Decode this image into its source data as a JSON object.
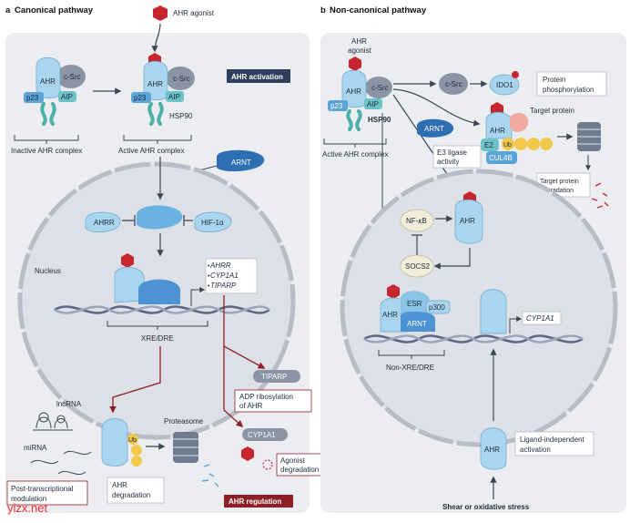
{
  "panel_a": {
    "letter": "a",
    "title": "Canonical pathway",
    "agonist": "AHR agonist",
    "proteins": {
      "ahr": "AHR",
      "csrc": "c-Src",
      "p23": "p23",
      "aip": "AIP",
      "hsp90": "HSP90",
      "arnt": "ARNT",
      "ahrr": "AHRR",
      "hif": "HIF-1α",
      "tiparp": "TIPARP",
      "cyp1a1": "CYP1A1",
      "ub": "Ub"
    },
    "inactive_complex": "Inactive AHR complex",
    "active_complex": "Active AHR complex",
    "activation_badge": "AHR activation",
    "nucleus": "Nucleus",
    "target_genes": [
      "AHRR",
      "CYP1A1",
      "TIPARP"
    ],
    "xre": "XRE/DRE",
    "adp_box": [
      "ADP ribosylation",
      "of AHR"
    ],
    "agonist_deg": [
      "Agonist",
      "degradation"
    ],
    "proteasome": "Proteasome",
    "ahr_deg": [
      "AHR",
      "degradation"
    ],
    "lncrna": "lncRNA",
    "mirna": "miRNA",
    "post_tx": [
      "Post-transcriptional",
      "modulation"
    ],
    "regulation_badge": "AHR regulation"
  },
  "panel_b": {
    "letter": "b",
    "title": "Non-canonical pathway",
    "agonist": [
      "AHR",
      "agonist"
    ],
    "proteins": {
      "ahr": "AHR",
      "csrc": "c-Src",
      "p23": "p23",
      "aip": "AIP",
      "hsp90": "HSP90",
      "arnt": "ARNT",
      "ido1": "IDO1",
      "e2": "E2",
      "ub": "Ub",
      "cul4b": "CUL4B",
      "nfkb": "NF-κB",
      "socs2": "SOCS2",
      "esr": "ESR",
      "p300": "p300",
      "cyp1a1": "CYP1A1"
    },
    "active_complex": "Active AHR complex",
    "protein_phos": [
      "Protein",
      "phosphorylation"
    ],
    "target_protein": "Target protein",
    "e3_box": [
      "E3 ligase",
      "activity"
    ],
    "target_deg": [
      "Target protein",
      "degradation"
    ],
    "non_xre": "Non-XRE/DRE",
    "ligand_indep": [
      "Ligand-independent",
      "activation"
    ],
    "shear": "Shear or oxidative stress"
  },
  "watermark": "ylzx.net",
  "colors": {
    "panel_bg": "#ebedf1",
    "ahr": "#a9d5ef",
    "csrc": "#8a94a4",
    "blue_sub": "#5aa4d8",
    "navy_badge": "#2f3e5c",
    "dark_red": "#8e1f26",
    "agonist": "#c8262f",
    "ub": "#f2c84b"
  }
}
